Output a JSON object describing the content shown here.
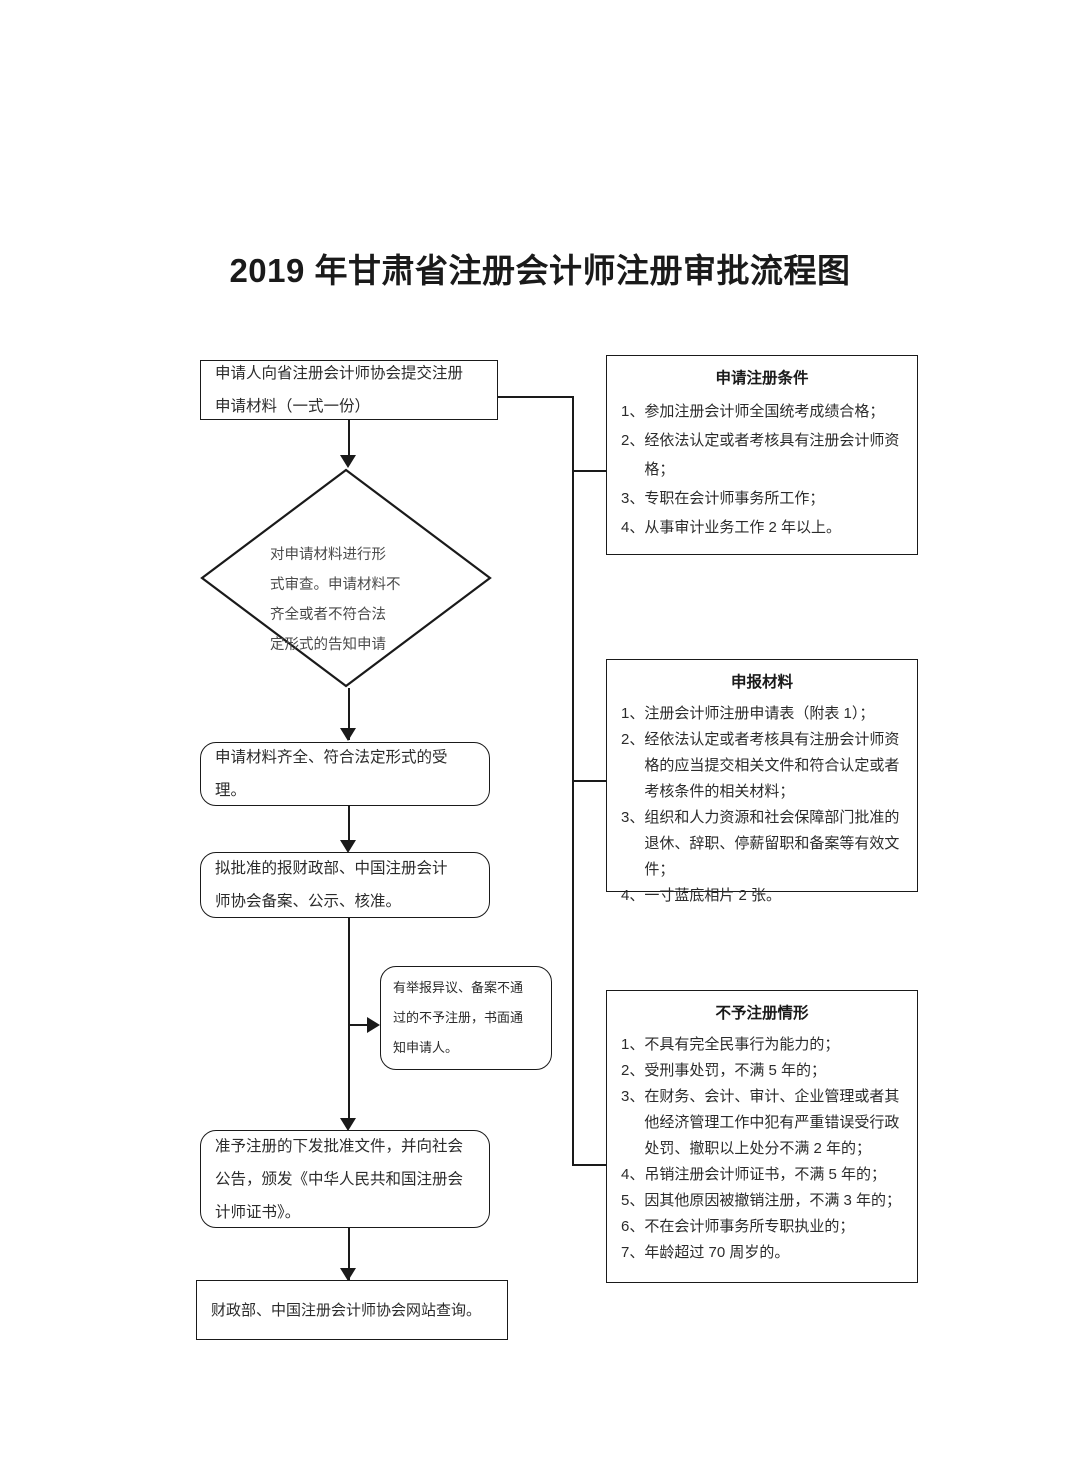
{
  "document": {
    "title": "2019 年甘肃省注册会计师注册审批流程图"
  },
  "flow": {
    "nodes": [
      {
        "id": "submit",
        "shape": "rect",
        "lines": [
          "申请人向省注册会计师协会提交注册",
          "申请材料（一式一份）"
        ]
      },
      {
        "id": "review",
        "shape": "diamond",
        "lines": [
          "对申请材料进行形",
          "式审查。申请材料不",
          "齐全或者不符合法",
          "定形式的告知申请"
        ]
      },
      {
        "id": "accept",
        "shape": "rounded",
        "lines": [
          "申请材料齐全、符合法定形式的受",
          "理。"
        ]
      },
      {
        "id": "approve-filing",
        "shape": "rounded",
        "lines": [
          "拟批准的报财政部、中国注册会计",
          "师协会备案、公示、核准。"
        ]
      },
      {
        "id": "objection",
        "shape": "rounded",
        "lines": [
          "有举报异议、备案不通",
          "过的不予注册，书面通",
          "知申请人。"
        ]
      },
      {
        "id": "issue-certificate",
        "shape": "rounded",
        "lines": [
          "准予注册的下发批准文件，并向社会",
          "公告，颁发《中华人民共和国注册会",
          "计师证书》。"
        ]
      },
      {
        "id": "website-query",
        "shape": "rect",
        "lines": [
          "财政部、中国注册会计师协会网站查询。"
        ]
      }
    ]
  },
  "panels": [
    {
      "id": "conditions",
      "title": "申请注册条件",
      "items": [
        {
          "num": "1、",
          "body": "参加注册会计师全国统考成绩合格；"
        },
        {
          "num": "2、",
          "body": "经依法认定或者考核具有注册会计师资格；"
        },
        {
          "num": "3、",
          "body": "专职在会计师事务所工作；"
        },
        {
          "num": "4、",
          "body": "从事审计业务工作 2 年以上。"
        }
      ]
    },
    {
      "id": "materials",
      "title": "申报材料",
      "items": [
        {
          "num": "1、",
          "body": "注册会计师注册申请表（附表 1）；"
        },
        {
          "num": "2、",
          "body": "经依法认定或者考核具有注册会计师资格的应当提交相关文件和符合认定或者考核条件的相关材料；"
        },
        {
          "num": "3、",
          "body": "组织和人力资源和社会保障部门批准的退休、辞职、停薪留职和备案等有效文件；"
        },
        {
          "num": "4、",
          "body": "一寸蓝底相片 2 张。"
        }
      ]
    },
    {
      "id": "refusal",
      "title": "不予注册情形",
      "items": [
        {
          "num": "1、",
          "body": "不具有完全民事行为能力的；"
        },
        {
          "num": "2、",
          "body": "受刑事处罚，不满 5 年的；"
        },
        {
          "num": "3、",
          "body": "在财务、会计、审计、企业管理或者其他经济管理工作中犯有严重错误受行政处罚、撤职以上处分不满 2 年的；"
        },
        {
          "num": "4、",
          "body": "吊销注册会计师证书，不满 5 年的；"
        },
        {
          "num": "5、",
          "body": "因其他原因被撤销注册，不满 3 年的；"
        },
        {
          "num": "6、",
          "body": "不在会计师事务所专职执业的；"
        },
        {
          "num": "7、",
          "body": "年龄超过 70 周岁的。"
        }
      ]
    }
  ],
  "colors": {
    "stroke": "#1a1a1a",
    "text": "#2b2b2b",
    "background": "#ffffff"
  }
}
